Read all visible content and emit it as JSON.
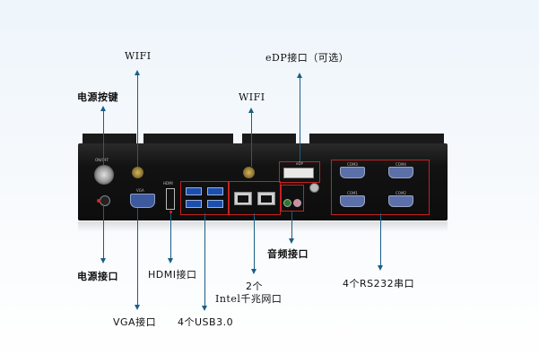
{
  "labels": {
    "wifi_left": "WIFI",
    "edp": "eDP接口（可选）",
    "power_button": "电源按键",
    "wifi_right": "WIFI",
    "audio": "音频接口",
    "power_port": "电源接口",
    "hdmi": "HDMI接口",
    "lan_count": "2个",
    "lan": "Intel千兆网口",
    "rs232": "4个RS232串口",
    "vga": "VGA接口",
    "usb": "4个USB3.0"
  },
  "panel_text": {
    "on_off": "ON/OFF",
    "hdmi": "HDMI",
    "vga": "VGA",
    "edp": "eDP",
    "com1": "COM1",
    "com2": "COM2",
    "com3": "COM3",
    "com4": "COM4"
  },
  "colors": {
    "arrow": "#1a5e86",
    "highlight_box": "#c82020",
    "chassis": "#111111",
    "usb_blue": "#1a4fb0"
  }
}
